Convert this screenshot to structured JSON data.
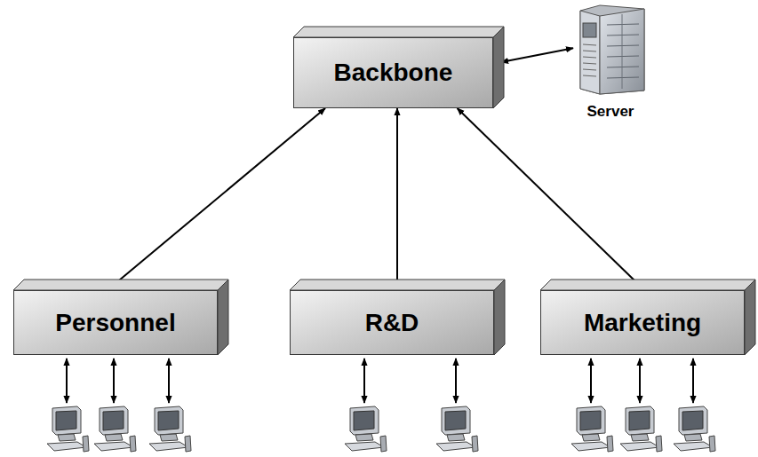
{
  "diagram": {
    "nodes": [
      {
        "text": [
          "Backbone"
        ]
      },
      {
        "text": [
          "Server"
        ]
      },
      {
        "text": [
          "Personnel"
        ]
      },
      {
        "text": [
          "R&D"
        ]
      },
      {
        "text": [
          "Marketing"
        ]
      }
    ],
    "edges": [
      {
        "from": 0,
        "to": 1,
        "arrow": "both"
      },
      {
        "from": 0,
        "to": 2,
        "arrow": "both"
      },
      {
        "from": 0,
        "to": 3,
        "arrow": "both"
      },
      {
        "from": 0,
        "to": 4,
        "arrow": "both"
      }
    ]
  }
}
